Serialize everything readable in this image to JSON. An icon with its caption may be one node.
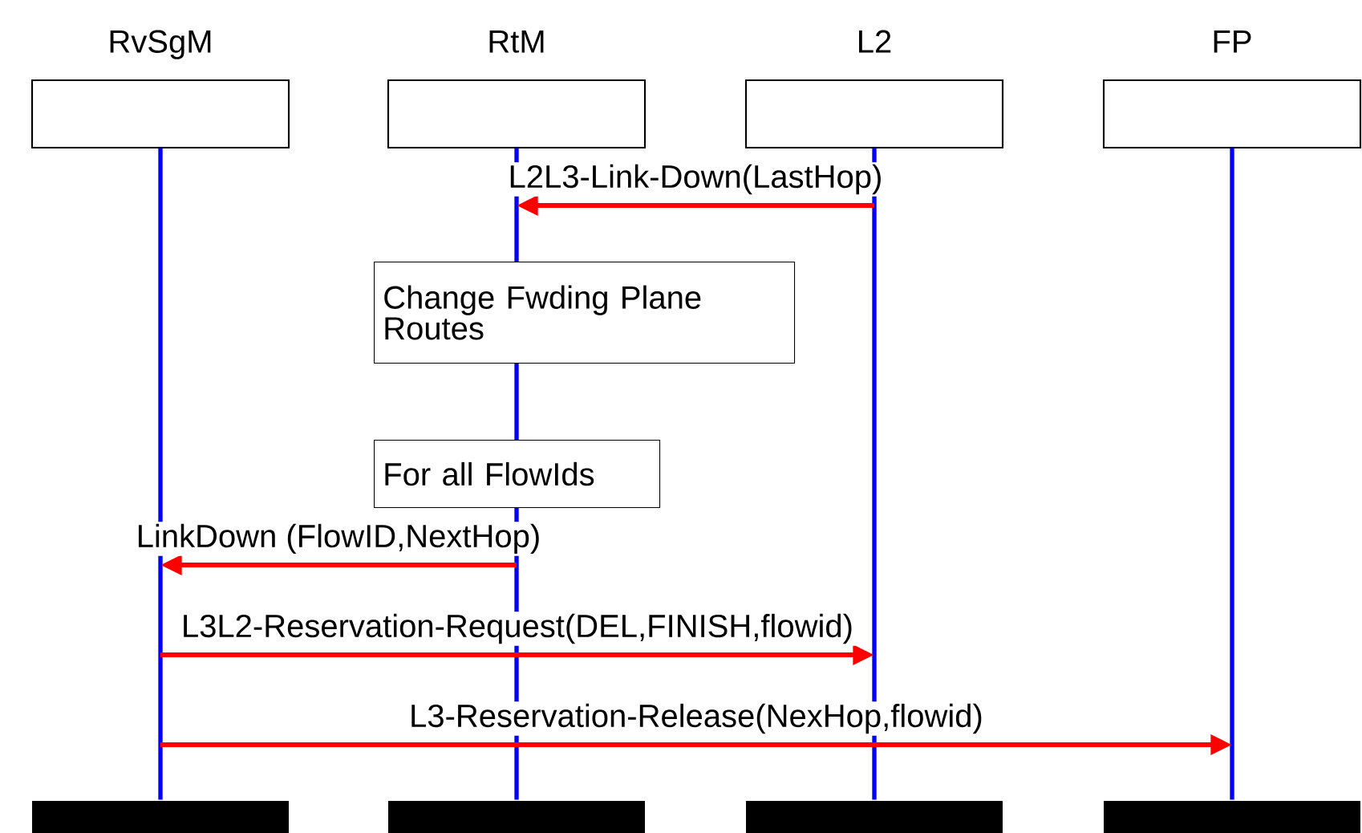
{
  "diagram": {
    "nodes": [
      {
        "text": [
          "RvSgM"
        ]
      },
      {
        "text": [
          "RtM"
        ]
      },
      {
        "text": [
          "L2"
        ]
      },
      {
        "text": [
          "FP"
        ]
      },
      {
        "text": [],
        "shape": "line"
      },
      {
        "text": [],
        "shape": "line"
      },
      {
        "text": [],
        "shape": "line"
      },
      {
        "text": [],
        "shape": "line"
      },
      {
        "text": [],
        "shape": "bar"
      },
      {
        "text": [],
        "shape": "bar"
      },
      {
        "text": [],
        "shape": "bar"
      },
      {
        "text": [],
        "shape": "bar"
      },
      {
        "text": [
          "Change Fwding Plane Routes"
        ]
      },
      {
        "text": [
          "For all FlowIds"
        ]
      }
    ],
    "edges": [
      {
        "from": 6,
        "to": 5,
        "arrow": "to",
        "label": "L2L3-Link-Down(LastHop)"
      },
      {
        "from": 5,
        "to": 4,
        "arrow": "to",
        "label": "LinkDown (FlowID,NextHop)"
      },
      {
        "from": 4,
        "to": 6,
        "arrow": "to",
        "label": "L3L2-Reservation-Request(DEL,FINISH,flowid)"
      },
      {
        "from": 4,
        "to": 7,
        "arrow": "to",
        "label": "L3-Reservation-Release(NexHop,flowid)"
      }
    ]
  }
}
